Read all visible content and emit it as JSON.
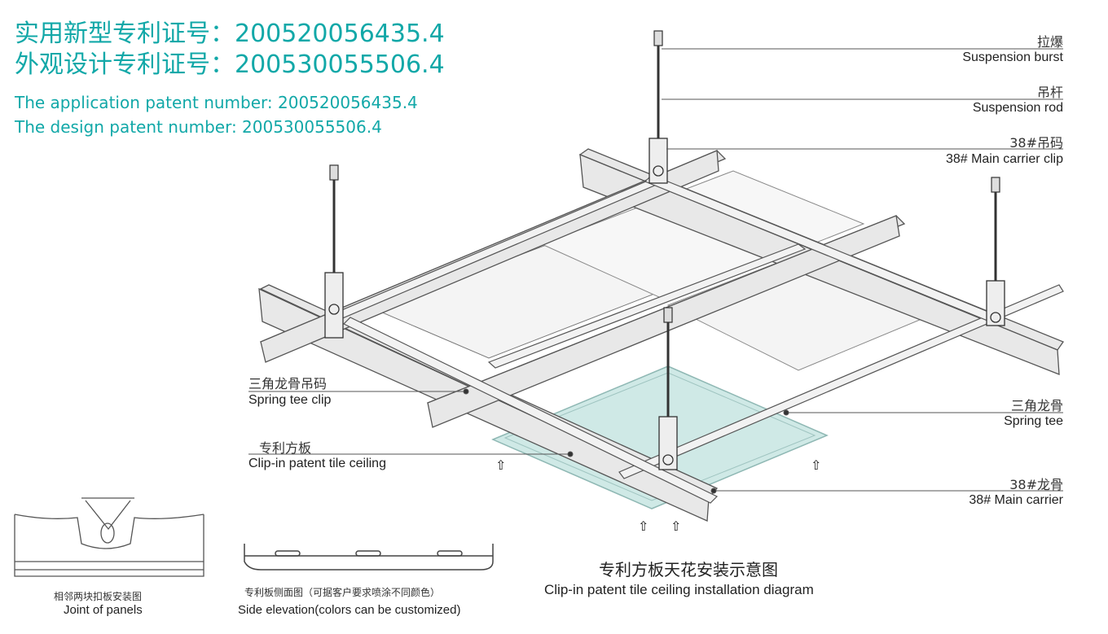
{
  "header": {
    "patent_app_cn": "实用新型专利证号：200520056435.4",
    "patent_design_cn": "外观设计专利证号：200530055506.4",
    "patent_app_en": "The application patent number: 200520056435.4",
    "patent_design_en": "The design patent number: 200530055506.4"
  },
  "labels": [
    {
      "cn": "拉爆",
      "en": "Suspension burst"
    },
    {
      "cn": "吊杆",
      "en": "Suspension rod"
    },
    {
      "cn": "38#吊码",
      "en": "38# Main carrier clip"
    },
    {
      "cn": "三角龙骨吊码",
      "en": "Spring tee clip"
    },
    {
      "cn": "三角龙骨",
      "en": "Spring tee"
    },
    {
      "cn": "专利方板",
      "en": "Clip-in patent tile ceiling"
    },
    {
      "cn": "38#龙骨",
      "en": "38#  Main carrier"
    }
  ],
  "main_caption": {
    "cn": "专利方板天花安装示意图",
    "en": "Clip-in patent tile ceiling installation diagram"
  },
  "joint_caption": {
    "cn": "相邻两块扣板安装图",
    "en": "Joint of panels"
  },
  "side_caption": {
    "cn": "专利板侧面图（可据客户要求喷涂不同颜色）",
    "en": "Side elevation(colors can be customized)"
  },
  "arrow_symbol": "⇧",
  "colors": {
    "accent": "#12a8a8",
    "panel_fill": "#cfe9e6",
    "rail": "#e6e6e6",
    "outline": "#555555"
  }
}
